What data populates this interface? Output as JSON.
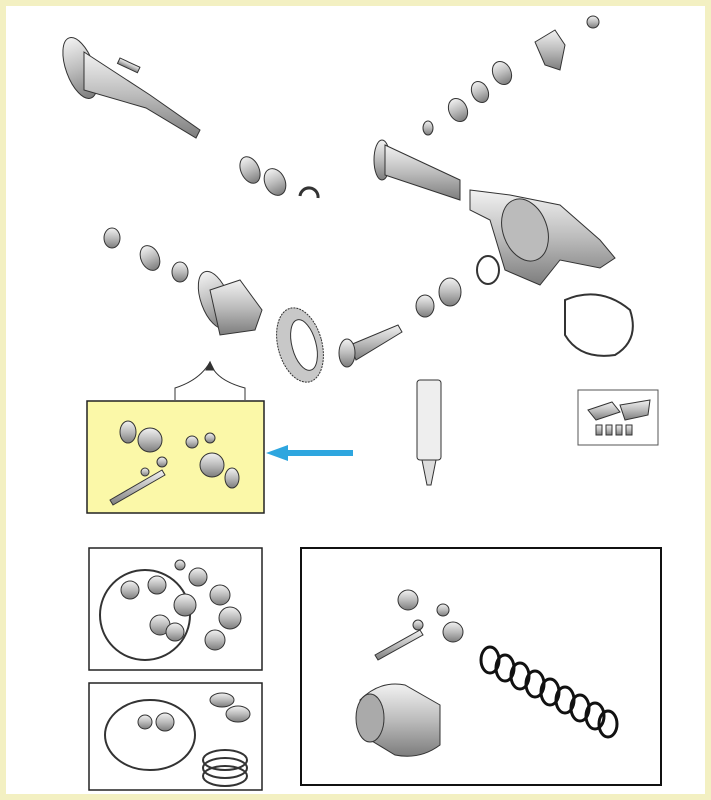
{
  "colors": {
    "frame_border": "#f3f0c2",
    "highlight_box_fill": "#fbf8a8",
    "callout_arrow": "#2ea6df",
    "part_stroke": "#333333",
    "part_fill": "#d8d8d8",
    "part_shade": "#9a9a9a"
  },
  "icons": [
    "axle-shaft",
    "bearing",
    "differential-case",
    "ring-gear",
    "pinion-gear",
    "axle-housing",
    "gasket",
    "sealant-tube",
    "yoke",
    "spider-gear-kit",
    "seal-kit",
    "bearing-kit",
    "limited-slip-kit"
  ]
}
